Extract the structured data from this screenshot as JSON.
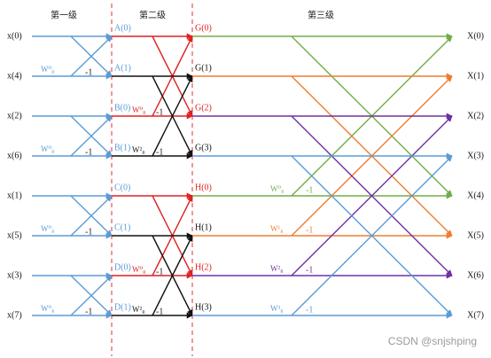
{
  "title_stage_labels": [
    "第一级",
    "第二级",
    "第三级"
  ],
  "inputs": [
    "x(0)",
    "x(4)",
    "x(2)",
    "x(6)",
    "x(1)",
    "x(5)",
    "x(3)",
    "x(7)"
  ],
  "outputs": [
    "X(0)",
    "X(1)",
    "X(2)",
    "X(3)",
    "X(4)",
    "X(5)",
    "X(6)",
    "X(7)"
  ],
  "stage1_nodes": [
    "A(0)",
    "A(1)",
    "B(0)",
    "B(1)",
    "C(0)",
    "C(1)",
    "D(0)",
    "D(1)"
  ],
  "stage2_nodes": [
    "G(0)",
    "G(1)",
    "G(2)",
    "G(3)",
    "H(0)",
    "H(1)",
    "H(2)",
    "H(3)"
  ],
  "twiddles": {
    "stage1": [
      "W⁰₈",
      "W⁰₈",
      "W⁰₈",
      "W⁰₈"
    ],
    "stage2": [
      "W⁰₈",
      "W²₈",
      "W⁰₈",
      "W²₈"
    ],
    "stage3": [
      "W⁰₈",
      "W¹₈",
      "W²₈",
      "W³₈"
    ]
  },
  "neg_one": "-1",
  "colors": {
    "blue": "#5b9bd5",
    "red": "#e02020",
    "black": "#111111",
    "green": "#70ad47",
    "orange": "#ed7d31",
    "purple": "#7030a0",
    "divider": "#e03030"
  },
  "watermark": "CSDN @snjshping"
}
